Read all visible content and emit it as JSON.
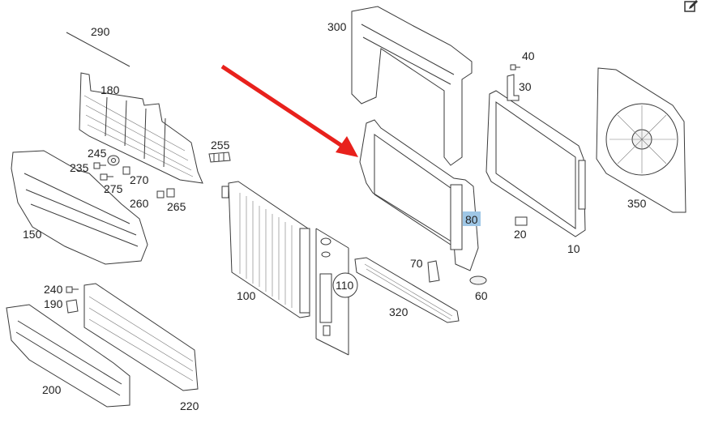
{
  "callouts": {
    "c290": "290",
    "c180": "180",
    "c245": "245",
    "c235": "235",
    "c270": "270",
    "c275": "275",
    "c260": "260",
    "c265": "265",
    "c255": "255",
    "c150": "150",
    "c240": "240",
    "c190": "190",
    "c200": "200",
    "c220": "220",
    "c100": "100",
    "c110": "110",
    "c300": "300",
    "c320": "320",
    "c70": "70",
    "c80": "80",
    "c60": "60",
    "c40": "40",
    "c30": "30",
    "c20": "20",
    "c10": "10",
    "c350": "350"
  },
  "highlight": {
    "label": "80",
    "color": "#9fc7e6"
  },
  "arrow": {
    "color": "#e8211c"
  },
  "toolbar": {
    "edit_icon": "edit-icon"
  }
}
